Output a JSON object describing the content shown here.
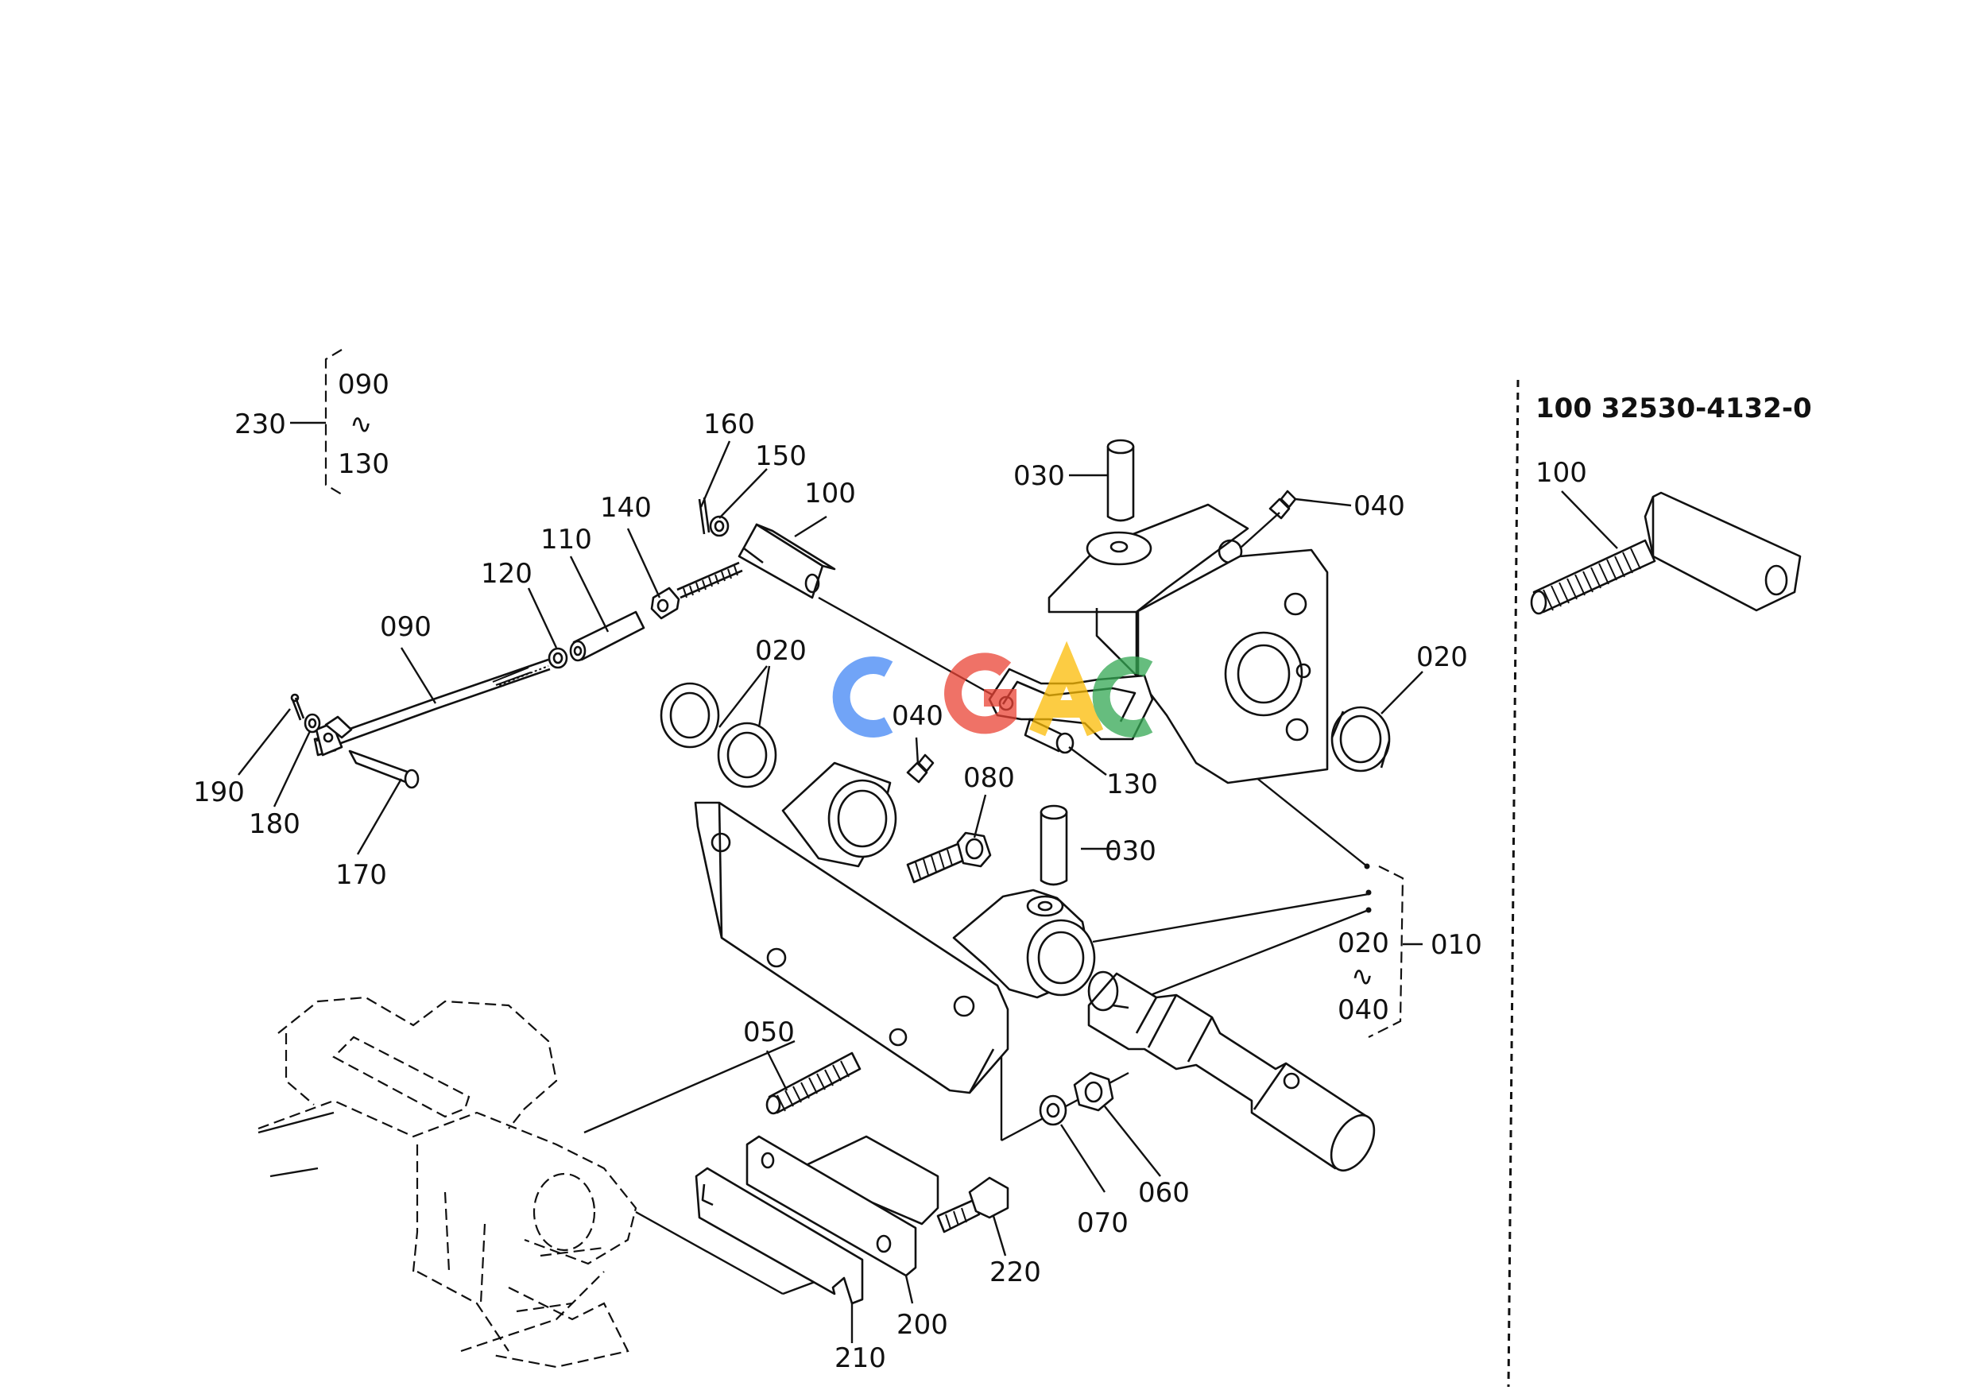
{
  "diagram": {
    "labels": {
      "l230": "230",
      "l090a": "090",
      "ltilde1": "∿",
      "l130a": "130",
      "l160": "160",
      "l150": "150",
      "l100": "100",
      "l140": "140",
      "l110": "110",
      "l120": "120",
      "l090": "090",
      "l190": "190",
      "l180": "180",
      "l170": "170",
      "l020a": "020",
      "l040a": "040",
      "l080": "080",
      "l130": "130",
      "l030a": "030",
      "l040b": "040",
      "l020b": "020",
      "l030b": "030",
      "l020c": "020",
      "l010": "010",
      "ltilde2": "∿",
      "l040c": "040",
      "l050": "050",
      "l070": "070",
      "l060": "060",
      "l220": "220",
      "l200": "200",
      "l210": "210"
    },
    "inset": {
      "header": "100 32530-4132-0",
      "label": "100"
    },
    "watermark": {
      "letters": [
        "C",
        "G",
        "A",
        "C"
      ],
      "colors": [
        "#4285F4",
        "#EA4335",
        "#FBBC05",
        "#34A853"
      ]
    }
  }
}
